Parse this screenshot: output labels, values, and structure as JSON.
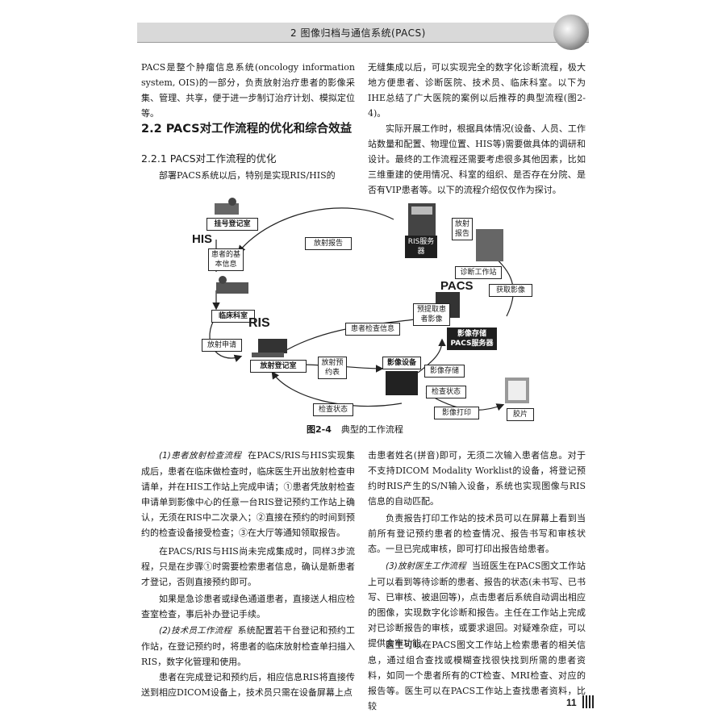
{
  "header": {
    "text": "2   图像归档与通信系统(PACS)"
  },
  "left_top": {
    "p1": "PACS是整个肿瘤信息系统(oncology information system, OIS)的一部分，负责放射治疗患者的影像采集、管理、共享，便于进一步制订治疗计划、模拟定位等。",
    "h2": "2.2  PACS对工作流程的优化和综合效益",
    "h3": "2.2.1   PACS对工作流程的优化",
    "p2": "部署PACS系统以后，特别是实现RIS/HIS的"
  },
  "right_top": {
    "p1": "无缝集成以后，可以实现完全的数字化诊断流程，极大地方便患者、诊断医院、技术员、临床科室。以下为IHE总结了广大医院的案例以后推荐的典型流程(图2-4)。",
    "p2": "实际开展工作时，根据具体情况(设备、人员、工作站数量和配置、物理位置、HIS等)需要做具体的调研和设计。最终的工作流程还需要考虑很多其他因素，比如三维重建的使用情况、科室的组织、是否存在分院、是否有VIP患者等。以下的流程介绍仅仅作为探讨。"
  },
  "diagram": {
    "registration": "挂号登记室",
    "his": "HIS",
    "patient_info": "患者的基本信息",
    "clinical": "临床科室",
    "ris": "RIS",
    "radiology_request": "放射申请",
    "radiology_reg": "放射登记室",
    "radiology_report": "放射报告",
    "radiology_report2": "放射报告",
    "ris_server": "RIS服务器",
    "diag_ws": "诊断工作站",
    "pacs": "PACS",
    "get_images": "获取影像",
    "prefetch": "预提取患者影像",
    "patient_exam_info": "患者检查信息",
    "storage": "影像存储PACS服务器",
    "schedule": "放射预约表",
    "modality": "影像设备",
    "image_store": "影像存储",
    "exam_status": "检查状态",
    "exam_status2": "检查状态",
    "image_print": "影像打印",
    "film": "胶片"
  },
  "figure_caption": {
    "number": "图2-4",
    "title": "典型的工作流程"
  },
  "left_bottom": {
    "p1_head": "(1)患者放射检查流程",
    "p1": "在PACS/RIS与HIS实现集成后，患者在临床做检查时，临床医生开出放射检查申请单，并在HIS工作站上完成申请；①患者凭放射检查申请单到影像中心的任意一台RIS登记预约工作站上确认，无须在RIS中二次录入；②直接在预约的时间到预约的检查设备接受检查；③在大厅等通知领取报告。",
    "p2": "在PACS/RIS与HIS尚未完成集成时，同样3步流程，只是在步骤①时需要检索患者信息，确认是新患者才登记，否则直接预约即可。",
    "p3": "如果是急诊患者或绿色通道患者，直接送人相应检查室检查，事后补办登记手续。",
    "p4_head": "(2)技术员工作流程",
    "p4": "系统配置若干台登记和预约工作站，在登记预约时，将患者的临床放射检查单扫描入RIS，数字化管理和使用。",
    "p5": "患者在完成登记和预约后，相应信息RIS将直接传送到相应DICOM设备上，技术员只需在设备屏幕上点"
  },
  "right_bottom": {
    "p1": "击患者姓名(拼音)即可，无须二次输入患者信息。对于不支持DICOM Modality Worklist的设备，将登记预约时RIS产生的S/N输入设备，系统也实现图像与RIS信息的自动匹配。",
    "p2": "负责报告打印工作站的技术员可以在屏幕上看到当前所有登记预约患者的检查情况、报告书写和审核状态。一旦已完成审核，即可打印出报告给患者。",
    "p3_head": "(3)放射医生工作流程",
    "p3": "当班医生在PACS图文工作站上可以看到等待诊断的患者、报告的状态(未书写、已书写、已审核、被退回等)，点击患者后系统自动调出相应的图像，实现数字化诊断和报告。主任在工作站上完成对已诊断报告的审核，或要求退回。对疑难杂症，可以提供会审功能。",
    "p4": "医生可以在PACS图文工作站上检索患者的相关信息，通过组合查找或模糊查找很快找到所需的患者资料，如同一个患者所有的CT检查、MRI检查、对应的报告等。医生可以在PACS工作站上查找患者资料，比较"
  },
  "page_number": "11"
}
